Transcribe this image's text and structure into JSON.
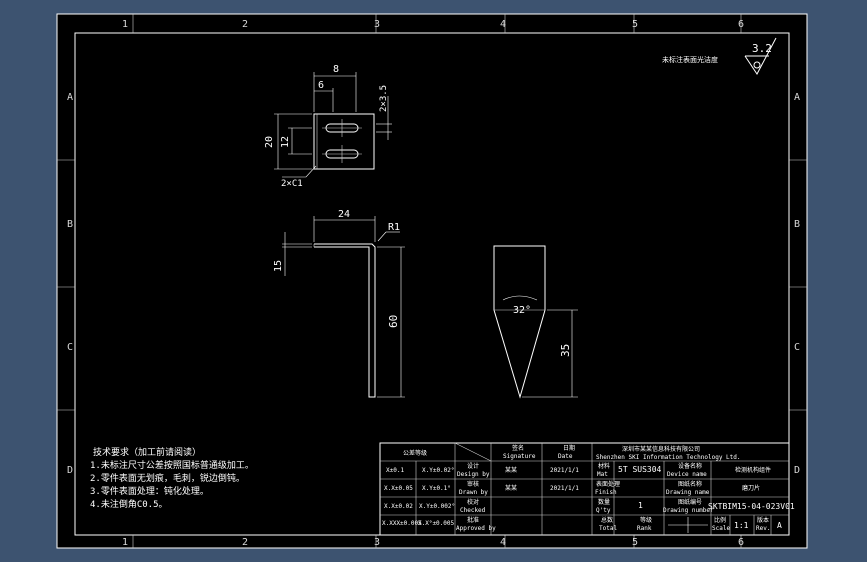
{
  "colors": {
    "bg_outer": "#3d5370",
    "sheet": "#000000",
    "line": "#ffffff"
  },
  "grid": {
    "cols": [
      "1",
      "2",
      "3",
      "4",
      "5",
      "6"
    ],
    "rows": [
      "A",
      "B",
      "C",
      "D"
    ]
  },
  "surface_finish": "3.2",
  "note_title": "未标注表面光洁度",
  "views": {
    "top": {
      "dim_8": "8",
      "dim_6": "6",
      "dim_slot": "2×3.5",
      "dim_20": "20",
      "dim_12": "12",
      "chamfer": "2×C1"
    },
    "side": {
      "dim_24": "24",
      "dim_r1": "R1",
      "dim_15": "15",
      "dim_60": "60"
    },
    "tip": {
      "angle": "32°",
      "dim_35": "35"
    }
  },
  "tech_notes": {
    "title": "技术要求（加工前请阅读）",
    "lines": [
      "1.未标注尺寸公差按照国标普通级加工。",
      "2.零件表面无划痕，毛刺，锐边倒钝。",
      "3.零件表面处理：钝化处理。",
      "4.未注倒角C0.5。"
    ]
  },
  "title_block": {
    "tolerance_header": "公差等级",
    "signature_label": "签名",
    "signature_en": "Signature",
    "date_label": "日期",
    "date_en": "Date",
    "company": "深圳市某某信息科技有限公司",
    "company_en": "Shenzhen SKI Information Technology Ltd.",
    "tol_rows": [
      {
        "range": "X±0.1",
        "value": "X.Y±0.02°"
      },
      {
        "range": "X.X±0.05",
        "value": "X.Y±0.1°"
      },
      {
        "range": "X.X±0.02",
        "value": "X.Y±0.002°"
      },
      {
        "range": "X.XXX±0.005",
        "value": "X.X°±0.005"
      }
    ],
    "role_labels": [
      {
        "cn": "设计",
        "en": "Design by"
      },
      {
        "cn": "审核",
        "en": "Drawn by"
      },
      {
        "cn": "校对",
        "en": "Checked"
      },
      {
        "cn": "批准",
        "en": "Approved by"
      }
    ],
    "signers": [
      "某某",
      "某某"
    ],
    "dates": [
      "2021/1/1",
      "2021/1/1"
    ],
    "material_label": "材料",
    "material_en": "Mat",
    "material": "5T SUS304",
    "finish_label": "表面处理",
    "finish_en": "Finish",
    "qty_label": "数量",
    "qty_en": "Q'ty",
    "qty": "1",
    "total_label": "总数",
    "total_en": "Total",
    "rank_label": "等级",
    "rank_en": "Rank",
    "device_label": "设备名称",
    "device_en": "Device name",
    "device": "检测机构组件",
    "dname_label": "图纸名称",
    "dname_en": "Drawing name",
    "dname": "磨刀片",
    "dnum_label": "图纸编号",
    "dnum_en": "Drawing number",
    "drawing_number": "SKTBIM15-04-023V01",
    "scale_label": "比例",
    "scale_en": "Scale",
    "scale": "1:1",
    "rev_label": "版本",
    "rev_en": "Rev.",
    "rev": "A"
  }
}
